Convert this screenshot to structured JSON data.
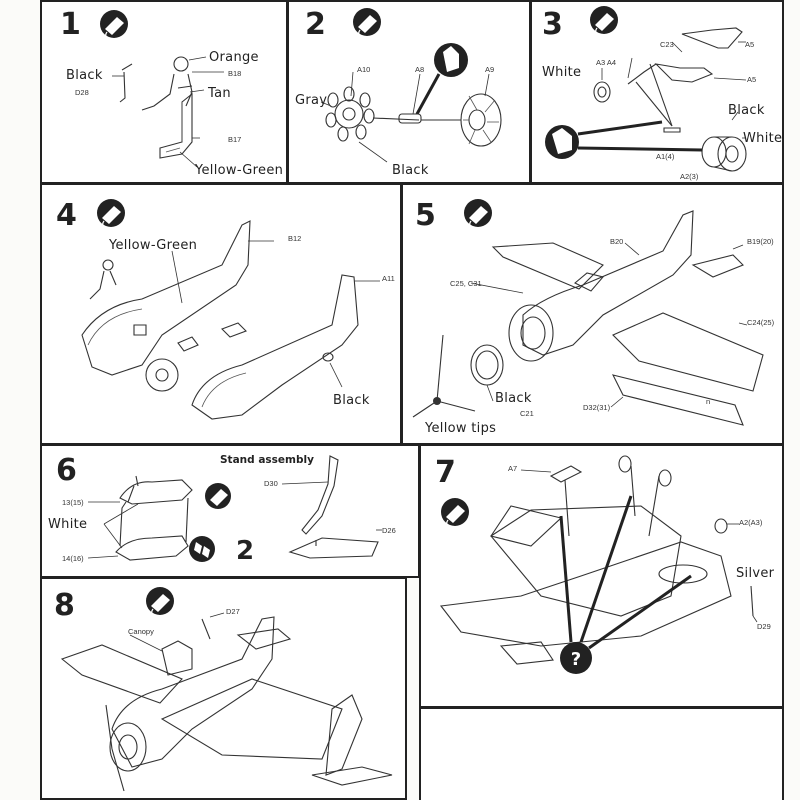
{
  "panels": {
    "p1": {
      "step": "1",
      "labels": {
        "orange": "Orange",
        "black": "Black",
        "tan": "Tan",
        "yellow_green": "Yellow-Green"
      },
      "codes": {
        "d28": "D28",
        "b18": "B18",
        "b17": "B17"
      }
    },
    "p2": {
      "step": "2",
      "labels": {
        "gray": "Gray",
        "black": "Black"
      },
      "codes": {
        "a10": "A10",
        "a8": "A8",
        "a9": "A9"
      }
    },
    "p3": {
      "step": "3",
      "labels": {
        "white_left": "White",
        "black": "Black",
        "white_right": "White"
      },
      "codes": {
        "a3a4": "A3 A4",
        "c23": "C23",
        "a5_top": "A5",
        "a5_mid": "A5",
        "a1": "A1(4)",
        "a2": "A2(3)"
      }
    },
    "p4": {
      "step": "4",
      "labels": {
        "yellow_green": "Yellow-Green",
        "black": "Black"
      },
      "codes": {
        "b12": "B12",
        "a11": "A11"
      }
    },
    "p5": {
      "step": "5",
      "labels": {
        "black": "Black",
        "yellow_tips": "Yellow tips"
      },
      "codes": {
        "b20": "B20",
        "b19": "B19(20)",
        "c25": "C25, C31",
        "c24": "C24(25)",
        "d32": "D32(31)",
        "c21": "C21",
        "n": "n"
      }
    },
    "p6": {
      "step": "6",
      "labels": {
        "stand_assembly": "Stand assembly",
        "white": "White",
        "count": "2"
      },
      "codes": {
        "c13": "13(15)",
        "c14": "14(16)",
        "d30": "D30",
        "d26": "D26"
      }
    },
    "p7": {
      "step": "7",
      "labels": {
        "silver": "Silver"
      },
      "codes": {
        "a7": "A7",
        "a2": "A2(A3)",
        "d29": "D29"
      }
    },
    "p8": {
      "step": "8",
      "labels": {
        "canopy": "Canopy"
      },
      "codes": {
        "d27": "D27"
      }
    }
  }
}
